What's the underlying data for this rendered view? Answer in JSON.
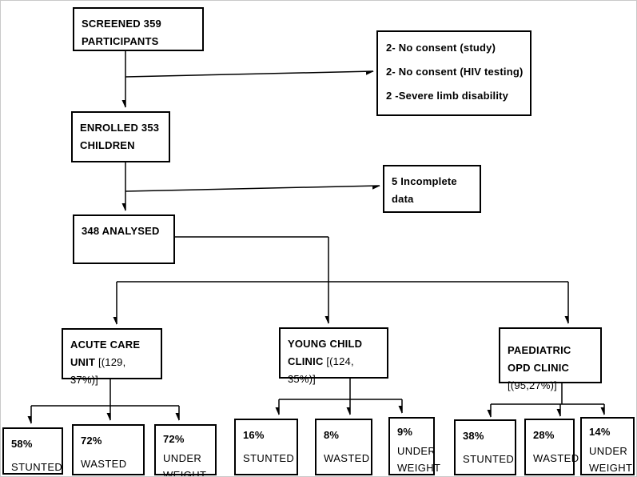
{
  "figure": {
    "screened": {
      "label": "SCREENED 359 PARTICIPANTS"
    },
    "exclusions": {
      "items": [
        "2- No consent (study)",
        "2- No consent (HIV testing)",
        "2 -Severe limb disability"
      ]
    },
    "enrolled": {
      "label": "ENROLLED 353 CHILDREN"
    },
    "incomplete": {
      "label": "5 Incomplete data"
    },
    "analysed": {
      "label": "348 ANALYSED"
    },
    "clinics": [
      {
        "name": "ACUTE CARE UNIT",
        "stats": "[(129, 37%)]"
      },
      {
        "name": "YOUNG CHILD CLINIC",
        "stats": "[(124, 35%)]"
      },
      {
        "name": "PAEDIATRIC OPD CLINIC",
        "stats": "[(95,27%)]"
      }
    ],
    "outcomes": [
      {
        "value": "58%",
        "label": "STUNTED"
      },
      {
        "value": "72%",
        "label": "WASTED"
      },
      {
        "value": "72%",
        "label": "UNDER WEIGHT"
      },
      {
        "value": "16%",
        "label": "STUNTED"
      },
      {
        "value": "8%",
        "label": "WASTED"
      },
      {
        "value": "9%",
        "label": "UNDER WEIGHT"
      },
      {
        "value": "38%",
        "label": "STUNTED"
      },
      {
        "value": "28%",
        "label": "WASTED"
      },
      {
        "value": "14%",
        "label": "UNDER WEIGHT"
      }
    ],
    "colors": {
      "line": "#000000",
      "border": "#000000",
      "background": "#ffffff",
      "text": "#000000"
    }
  }
}
